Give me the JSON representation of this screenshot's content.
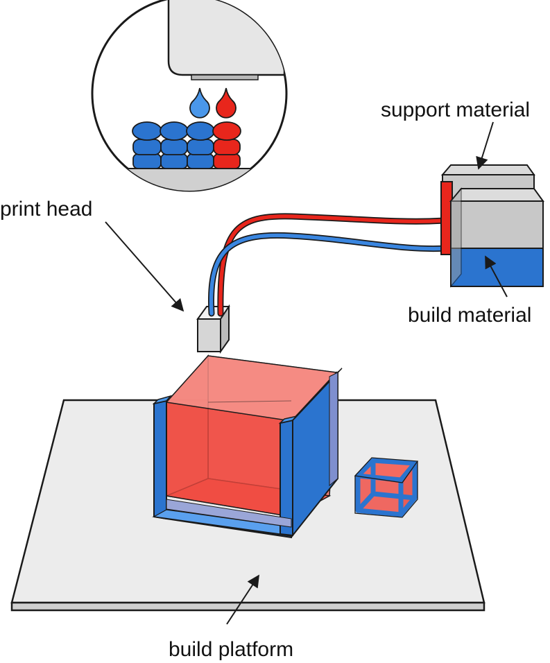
{
  "labels": {
    "support_material": "support material",
    "print_head": "print head",
    "build_material": "build material",
    "build_platform": "build platform"
  },
  "colors": {
    "support": "#e8261c",
    "build": "#2b74cf",
    "support_light": "#f36a60",
    "build_light": "#5aa0ee",
    "housing": "#d4d4d4",
    "platform": "#ececec",
    "outline": "#1a1a1a"
  },
  "icons": {
    "support_drop": "droplet-icon",
    "build_drop": "droplet-icon"
  }
}
